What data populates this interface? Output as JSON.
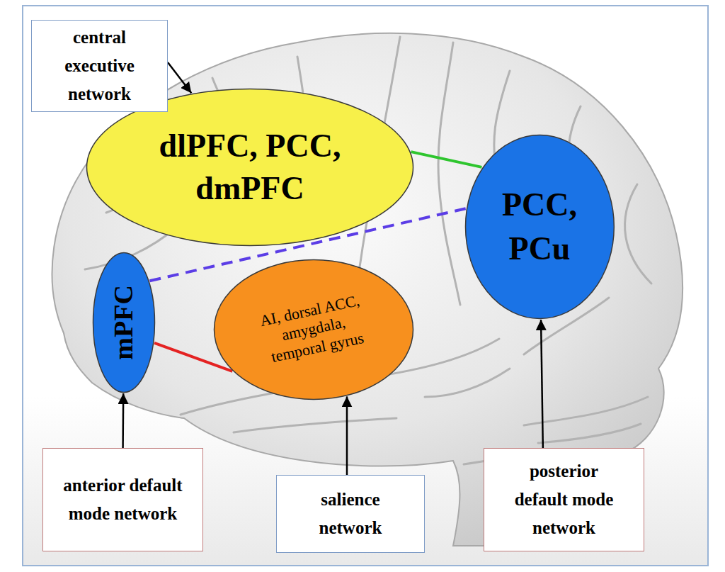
{
  "diagram": {
    "nodes": [
      {
        "text": [
          "central executive network"
        ]
      },
      {
        "text": [
          "dlPFC, PCC, dmPFC"
        ]
      },
      {
        "text": [
          "mPFC"
        ]
      },
      {
        "text": [
          "AI, dorsal ACC, amygdala, temporal gyrus"
        ]
      },
      {
        "text": [
          "PCC, PCu"
        ]
      },
      {
        "text": [
          "anterior default mode network"
        ]
      },
      {
        "text": [
          "salience network"
        ]
      },
      {
        "text": [
          "posterior default mode network"
        ]
      }
    ],
    "edges": [
      {
        "from": 0,
        "to": 1,
        "arrow": "to"
      },
      {
        "from": 1,
        "to": 4,
        "arrow": "none"
      },
      {
        "from": 2,
        "to": 4,
        "arrow": "none"
      },
      {
        "from": 2,
        "to": 3,
        "arrow": "none"
      },
      {
        "from": 5,
        "to": 2,
        "arrow": "to"
      },
      {
        "from": 6,
        "to": 3,
        "arrow": "to"
      },
      {
        "from": 7,
        "to": 4,
        "arrow": "to"
      }
    ]
  }
}
